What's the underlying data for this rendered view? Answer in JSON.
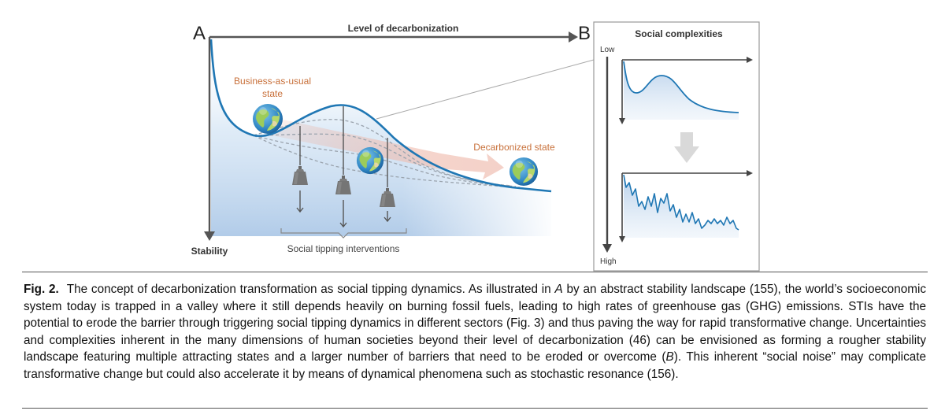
{
  "figure": {
    "panel_a": {
      "letter": "A",
      "x_axis_label": "Level of decarbonization",
      "y_axis_label": "Stability",
      "bau_line1": "Business-as-usual",
      "bau_line2": "state",
      "decarbonized_label": "Decarbonized state",
      "interventions_label": "Social tipping interventions"
    },
    "panel_b": {
      "letter": "B",
      "title": "Social complexities",
      "low_label": "Low",
      "high_label": "High"
    },
    "colors": {
      "curve": "#1f77b4",
      "axis": "#555555",
      "orange_text": "#c8703a",
      "arrow_fill": "#f2c9bf",
      "fill_blue": "#a9c6e6"
    }
  },
  "caption": {
    "label": "Fig. 2.",
    "segments": [
      {
        "t": "The concept of decarbonization transformation as social tipping dynamics. As illustrated in ",
        "i": false
      },
      {
        "t": "A",
        "i": true
      },
      {
        "t": " by an abstract stability landscape (155), the world’s socioeconomic system today is trapped in a valley where it still depends heavily on burning fossil fuels, leading to high rates of greenhouse gas (GHG) emissions. STIs have the potential to erode the barrier through triggering social tipping dynamics in different sectors (Fig. 3) and thus paving the way for rapid transformative change. Uncertainties and complexities inherent in the many dimensions of human societies beyond their level of decarbonization (46) can be envisioned as forming a rougher stability landscape featuring multiple attracting states and a larger number of barriers that need to be eroded or overcome (",
        "i": false
      },
      {
        "t": "B",
        "i": true
      },
      {
        "t": "). This inherent “social noise” may complicate transformative change but could also accelerate it by means of dynamical phenomena such as stochastic resonance (156).",
        "i": false
      }
    ]
  }
}
